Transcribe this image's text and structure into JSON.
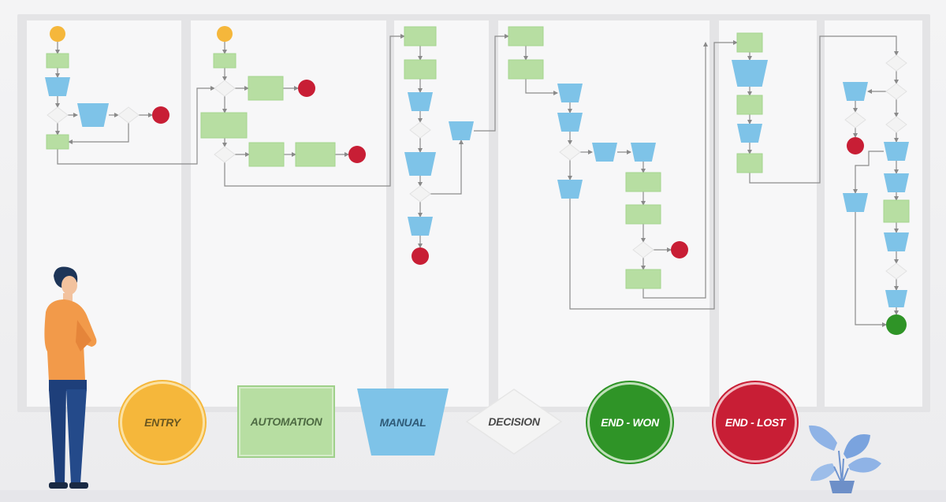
{
  "legend": {
    "entry": {
      "label": "ENTRY",
      "color": "#f5b73b"
    },
    "automation": {
      "label": "AUTOMATION",
      "color": "#b7dea2"
    },
    "manual": {
      "label": "MANUAL",
      "color": "#7ec3e8"
    },
    "decision": {
      "label": "DECISION",
      "color": "#f3f3f3"
    },
    "end_won": {
      "label": "END - WON",
      "color": "#2f9427"
    },
    "end_lost": {
      "label": "END - LOST",
      "color": "#c81e35"
    }
  },
  "illustration": {
    "person": "person-standing-illustration",
    "plant": "potted-plant-icon"
  }
}
